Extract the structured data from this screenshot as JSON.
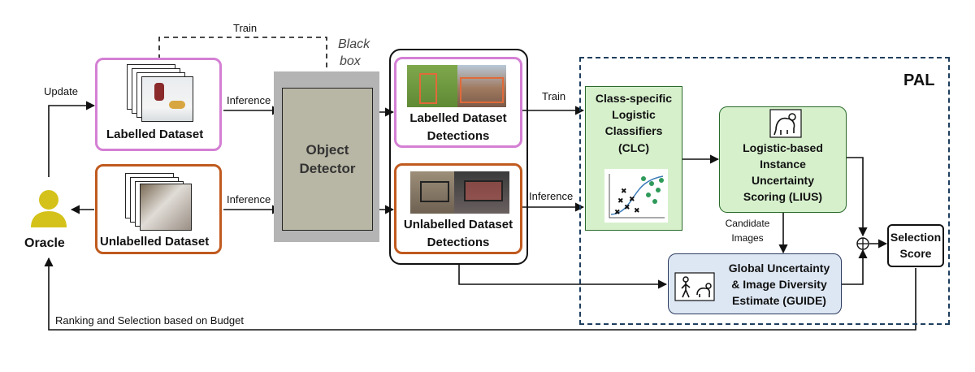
{
  "labelled_dataset": "Labelled Dataset",
  "unlabelled_dataset": "Unlabelled Dataset",
  "object_detector": [
    "Object",
    "Detector"
  ],
  "black_box": [
    "Black",
    "box"
  ],
  "labelled_detections": [
    "Labelled Dataset",
    "Detections"
  ],
  "unlabelled_detections": [
    "Unlabelled Dataset",
    "Detections"
  ],
  "pal": "PAL",
  "clc": [
    "Class-specific",
    "Logistic",
    "Classifiers",
    "(CLC)"
  ],
  "lius": [
    "Logistic-based",
    "Instance",
    "Uncertainty",
    "Scoring (LIUS)"
  ],
  "guide": [
    "Global Uncertainty",
    "& Image Diversity",
    "Estimate (GUIDE)"
  ],
  "selection_score": [
    "Selection",
    "Score"
  ],
  "oracle": "Oracle",
  "edges": {
    "train_top": "Train",
    "update": "Update",
    "inference_labelled": "Inference",
    "inference_unlabelled": "Inference",
    "train_clc": "Train",
    "inference_clc": "Inference",
    "candidate_images": [
      "Candidate",
      "Images"
    ],
    "ranking": "Ranking and Selection based on Budget"
  },
  "icons": {
    "oracle": "person-icon",
    "lius": "dog-sketch-icon",
    "guide": "person-dog-icon",
    "clc": "scatter-plot-icon",
    "sum": "circle-plus-icon"
  },
  "colors": {
    "labelled_border": "#d47fd4",
    "unlabelled_border": "#c05a1f",
    "detector_bg": "#b4b4b4",
    "detector_fill": "#b8b6a4",
    "pal_border": "#1f3f5f",
    "green_fill": "#d6f0cc",
    "green_border": "#2a6a2a",
    "guide_fill": "#dde7f4",
    "guide_border": "#2b3b5e",
    "oracle": "#d4c21a"
  }
}
